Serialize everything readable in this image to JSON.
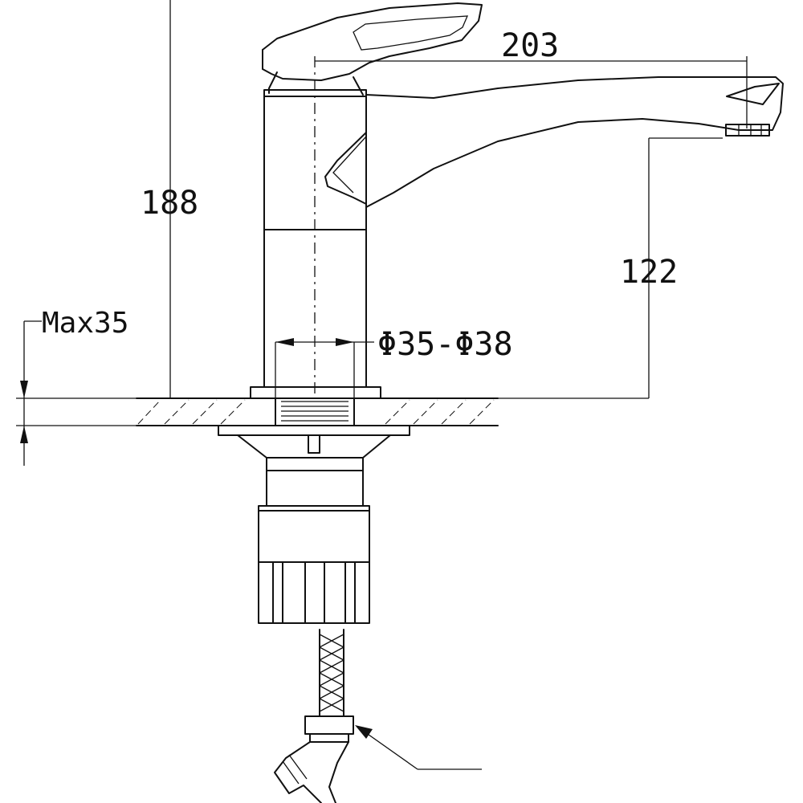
{
  "dimensions": {
    "total_height": "188",
    "spout_reach": "203",
    "spout_height": "122",
    "max_counter_thickness": "Max35",
    "hole_diameter": "Φ35-Φ38"
  },
  "colors": {
    "line": "#111111",
    "background": "#ffffff"
  }
}
